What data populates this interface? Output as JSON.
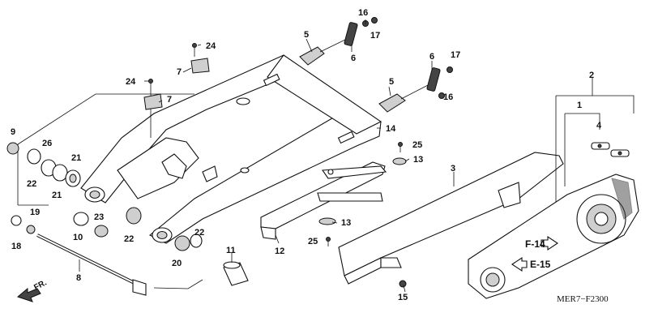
{
  "diagram": {
    "callouts": {
      "c1": "1",
      "c2": "2",
      "c3": "3",
      "c4": "4",
      "c5a": "5",
      "c5b": "5",
      "c6a": "6",
      "c6b": "6",
      "c7a": "7",
      "c7b": "7",
      "c8": "8",
      "c9": "9",
      "c10": "10",
      "c11": "11",
      "c12": "12",
      "c13a": "13",
      "c13b": "13",
      "c14": "14",
      "c15": "15",
      "c16a": "16",
      "c16b": "16",
      "c17a": "17",
      "c17b": "17",
      "c18": "18",
      "c19": "19",
      "c20": "20",
      "c21a": "21",
      "c21b": "21",
      "c22a": "22",
      "c22b": "22",
      "c22c": "22",
      "c23": "23",
      "c24a": "24",
      "c24b": "24",
      "c25a": "25",
      "c25b": "25",
      "c26": "26"
    },
    "refs": {
      "f14": "F-14",
      "e15": "E-15"
    },
    "direction": "FR.",
    "diagram_code": "MER7−F2300"
  }
}
